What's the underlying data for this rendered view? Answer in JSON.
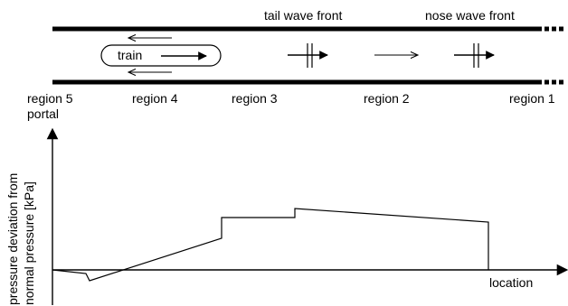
{
  "tunnel": {
    "wave_labels": {
      "tail_wave_front": "tail wave front",
      "nose_wave_front": "nose wave front"
    },
    "train_label": "train",
    "regions": {
      "region_5": "region 5",
      "region_4": "region 4",
      "region_3": "region 3",
      "region_2": "region 2",
      "region_1": "region 1"
    },
    "portal_label": "portal"
  },
  "plot": {
    "y_axis_label_line1": "pressure deviation from",
    "y_axis_label_line2": "normal pressure [kPa]",
    "x_axis_label": "location"
  },
  "colors": {
    "ink": "#000000",
    "background": "#ffffff"
  }
}
